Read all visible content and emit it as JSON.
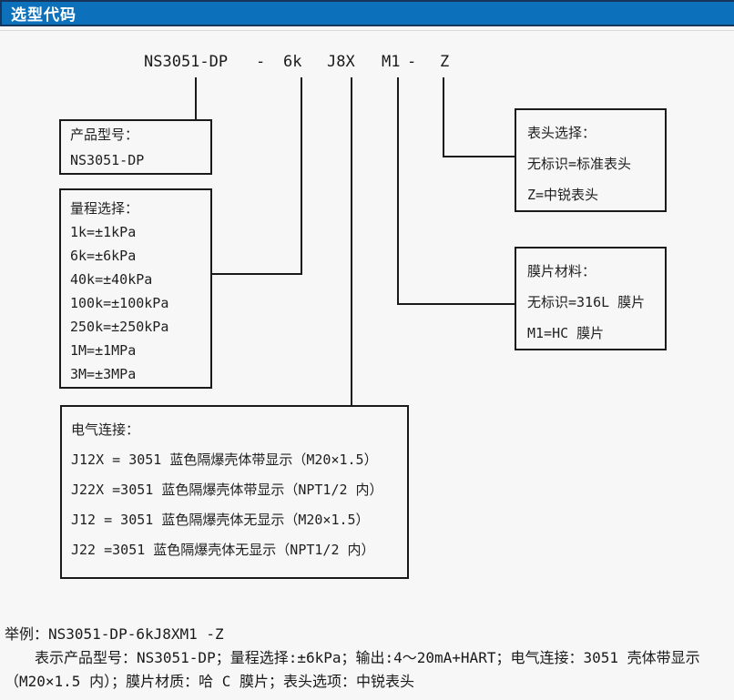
{
  "header": {
    "title": "选型代码"
  },
  "model_code": {
    "full": "NS3051-DP - 6k J8X M1 - Z",
    "segments": [
      "NS3051-DP",
      "-",
      "6k",
      "J8X",
      "M1",
      "-",
      "Z"
    ]
  },
  "boxes": {
    "product_model": {
      "title": "产品型号：",
      "lines": [
        "NS3051-DP"
      ]
    },
    "range_selection": {
      "title": "量程选择：",
      "lines": [
        "1k=±1kPa",
        "6k=±6kPa",
        "40k=±40kPa",
        "100k=±100kPa",
        "250k=±250kPa",
        "1M=±1MPa",
        "3M=±3MPa"
      ]
    },
    "electrical_connection": {
      "title": "电气连接：",
      "lines": [
        "J12X = 3051 蓝色隔爆壳体带显示（M20×1.5）",
        "J22X =3051 蓝色隔爆壳体带显示（NPT1/2 内）",
        "J12 = 3051 蓝色隔爆壳体无显示（M20×1.5）",
        "J22 =3051 蓝色隔爆壳体无显示（NPT1/2 内）"
      ]
    },
    "display_selection": {
      "title": "表头选择：",
      "lines": [
        "无标识=标准表头",
        "Z=中锐表头"
      ]
    },
    "diaphragm_material": {
      "title": "膜片材料：",
      "lines": [
        "无标识=316L 膜片",
        "M1=HC 膜片"
      ]
    }
  },
  "example": {
    "line1": "举例：NS3051-DP-6kJ8XM1 -Z",
    "line2": "表示产品型号：NS3051-DP；量程选择:±6kPa；输出:4～20mA+HART；电气连接：3051 壳体带显示",
    "line3": "（M20×1.5 内）；膜片材质：哈 C 膜片；表头选项：中锐表头"
  },
  "colors": {
    "header_bar": "#0c70ba",
    "header_edge": "#17365d",
    "header_text": "#ffffff",
    "page_background": "#f7f7f7",
    "diagram_line": "#1a1a1a",
    "text": "#1f1f1f",
    "separator": "#d9d9d9"
  }
}
